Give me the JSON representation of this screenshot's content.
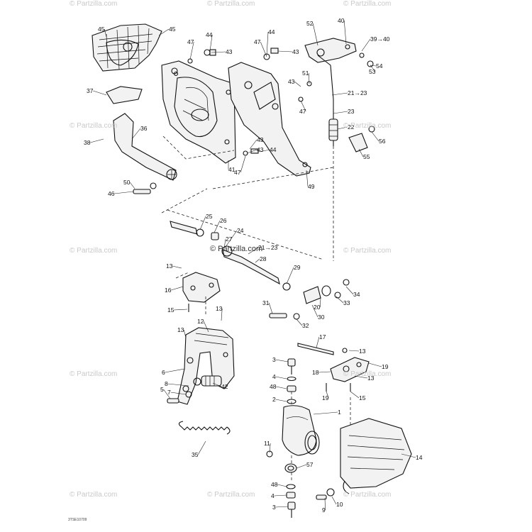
{
  "watermark_text": "© Partzilla.com",
  "watermark_center": "© Partzilla.com",
  "drawing_code": "3TSE10709",
  "callouts": [
    "45",
    "45",
    "44",
    "47",
    "43",
    "44",
    "47",
    "43",
    "52",
    "40",
    "39→40",
    "53",
    "54",
    "37",
    "51",
    "43",
    "21→23",
    "47",
    "23",
    "22",
    "43",
    "36",
    "38",
    "56",
    "43",
    "44",
    "41",
    "47",
    "55",
    "49",
    "50",
    "46",
    "25",
    "26",
    "24",
    "27",
    "21→23",
    "28",
    "13",
    "29",
    "16",
    "34",
    "20",
    "33",
    "31",
    "15",
    "13",
    "30",
    "32",
    "12",
    "17",
    "13",
    "3",
    "13",
    "19",
    "18",
    "6",
    "4",
    "13",
    "48",
    "8",
    "19",
    "15",
    "7",
    "42",
    "5",
    "2",
    "1",
    "35",
    "11",
    "14",
    "57",
    "48",
    "4",
    "10",
    "3",
    "9"
  ]
}
